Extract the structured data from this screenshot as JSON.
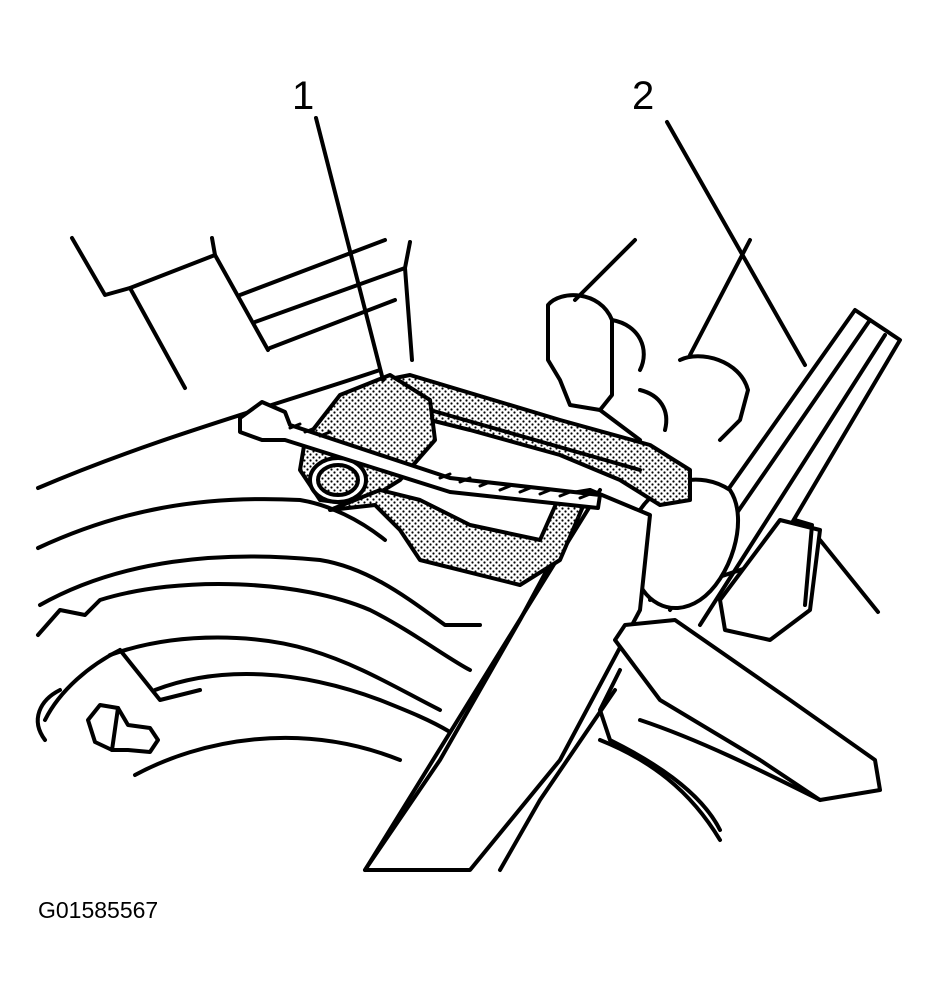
{
  "callouts": {
    "one": "1",
    "two": "2"
  },
  "figure_id": "G01585567"
}
